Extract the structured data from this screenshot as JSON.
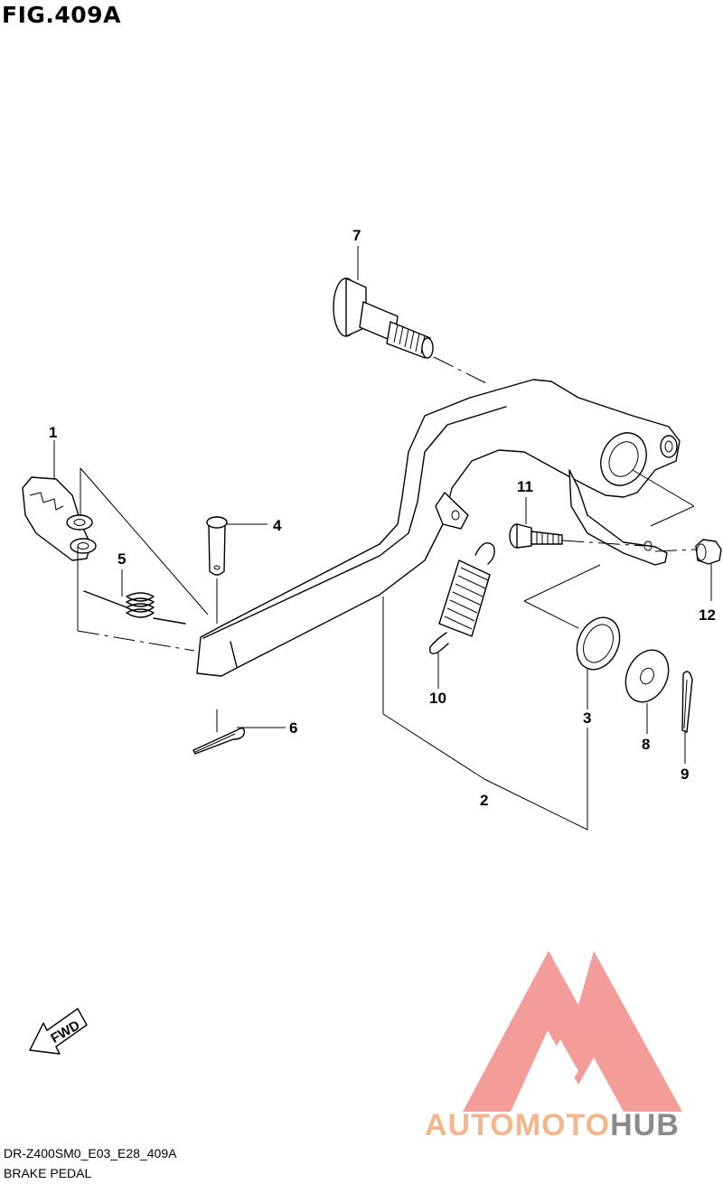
{
  "figure": {
    "title": "FIG.409A",
    "drawing_code": "DR-Z400SM0_E03_E28_409A",
    "drawing_name": "BRAKE PEDAL",
    "direction_label": "FWD"
  },
  "callouts": [
    "1",
    "2",
    "3",
    "4",
    "5",
    "6",
    "7",
    "8",
    "9",
    "10",
    "11",
    "12"
  ],
  "watermark": {
    "part1": "AUTO",
    "part2": "MOTO",
    "part3": "HUB",
    "logo_color": "#f28b87",
    "text_color_1": "#f4b58a",
    "text_color_2": "#8a8a8a"
  }
}
